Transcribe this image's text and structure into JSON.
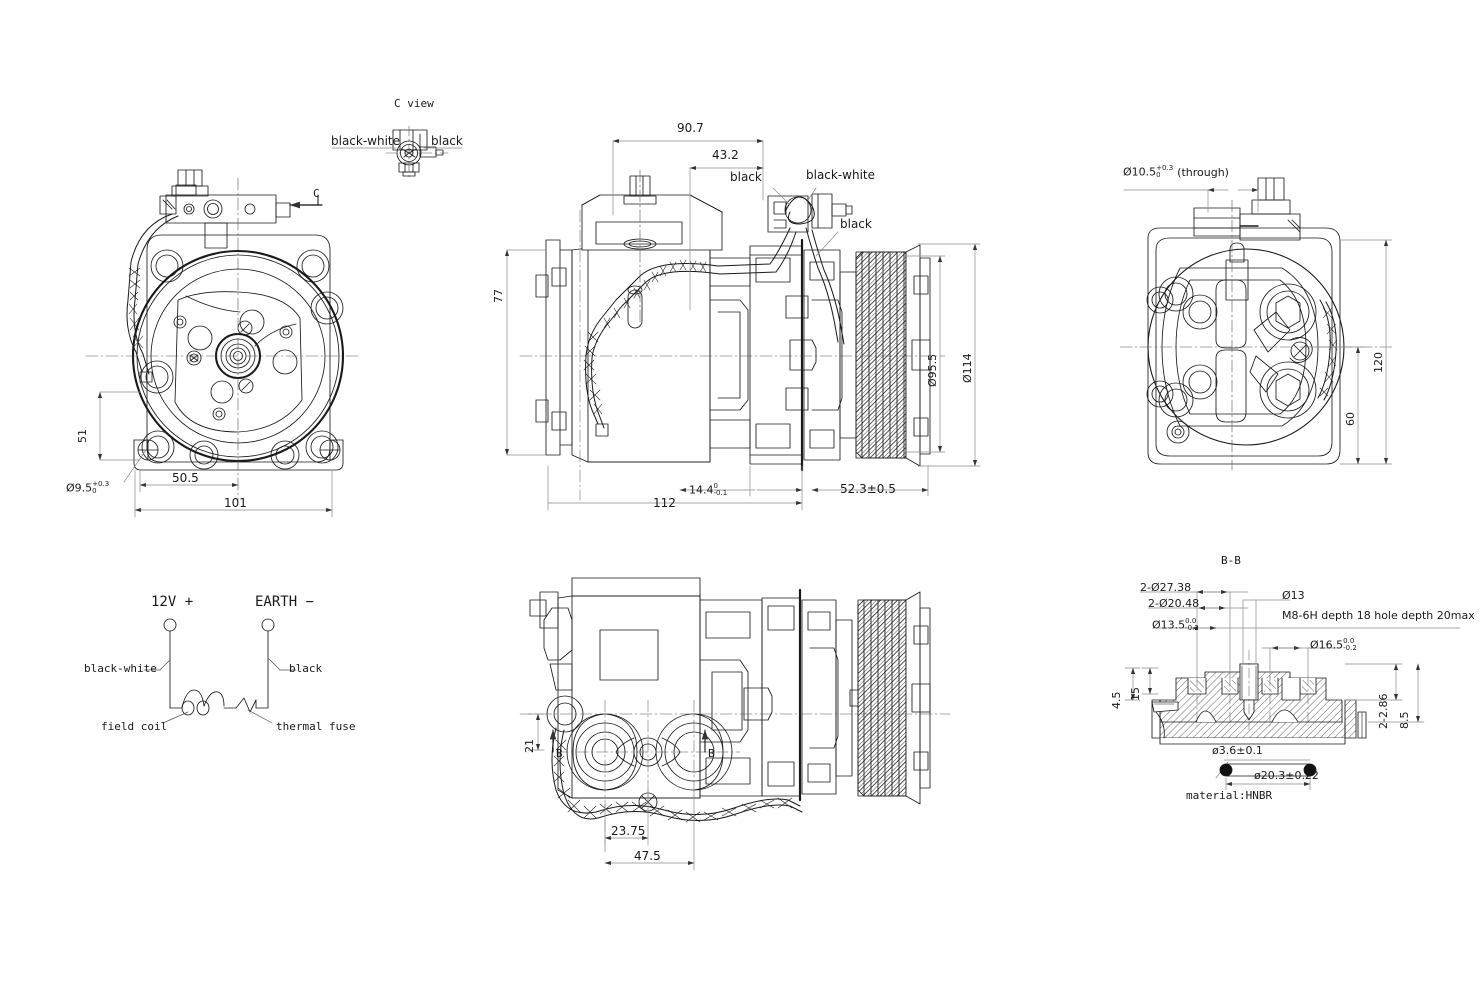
{
  "drawing": {
    "title": "Automotive A/C Compressor Engineering Drawing",
    "line_color": "#1a1a1a",
    "center_line_color": "#555555",
    "dim_line_color": "#8a8a8a"
  },
  "view_c": {
    "title": "C view",
    "label_left": "black-white",
    "label_right": "black"
  },
  "view_left": {
    "arrow_label": "C",
    "dim_51": "51",
    "dim_50_5": "50.5",
    "dim_101": "101",
    "hole_note": "Ø9.5",
    "hole_tol_upper": "+0.3",
    "hole_tol_lower": "0"
  },
  "view_front": {
    "dim_90_7": "90.7",
    "dim_43_2": "43.2",
    "dim_77": "77",
    "dim_112": "112",
    "dim_14_4": "14.4",
    "dim_14_4_tol_upper": "0",
    "dim_14_4_tol_lower": "-0.1",
    "dim_52_3": "52.3±0.5",
    "dia_95_5": "Ø95.5",
    "dia_114": "Ø114",
    "label_black_1": "black",
    "label_black_white": "black-white",
    "label_black_2": "black"
  },
  "view_right": {
    "hole_note": "Ø10.5",
    "hole_tol_upper": "+0.3",
    "hole_tol_lower": "0",
    "hole_note_suffix": "(through)",
    "dim_120": "120",
    "dim_60": "60"
  },
  "view_bottom": {
    "dim_21": "21",
    "dim_23_75": "23.75",
    "dim_47_5": "47.5",
    "section_mark_left": "B",
    "section_mark_right": "B"
  },
  "section_bb": {
    "title": "B-B",
    "note_2_27_38": "2-Ø27.38",
    "note_2_20_48": "2-Ø20.48",
    "note_13_5": "Ø13.5",
    "note_13_5_tol_upper": "0.0",
    "note_13_5_tol_lower": "-0.2",
    "note_13": "Ø13",
    "note_thread": "M8-6H depth 18 hole depth 20max",
    "note_16_5": "Ø16.5",
    "note_16_5_tol_upper": "0.0",
    "note_16_5_tol_lower": "-0.2",
    "dim_4_5": "4.5",
    "dim_15": "15",
    "dim_2_286": "2-2.86",
    "dim_8_5": "8.5"
  },
  "oring": {
    "dia_cord": "ø3.6±0.1",
    "dia_inner": "ø20.3±0.22",
    "material": "material:HNBR"
  },
  "wiring": {
    "terminal_left": "12V +",
    "terminal_right": "EARTH −",
    "wire_left": "black-white",
    "wire_right": "black",
    "component_left": "field coil",
    "component_right": "thermal fuse"
  }
}
